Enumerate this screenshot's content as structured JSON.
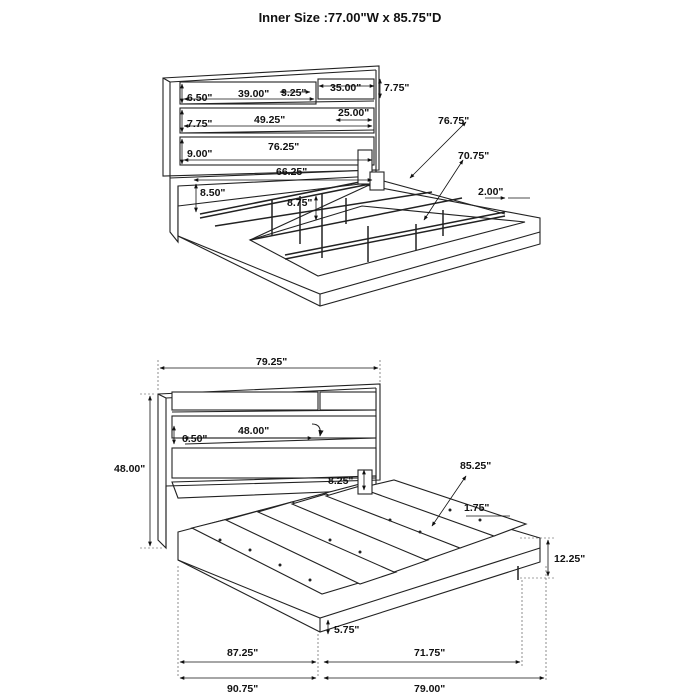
{
  "header": {
    "title": "Inner Size :77.00\"W x 85.75\"D"
  },
  "top_view": {
    "labels": {
      "shelf_width_35": "35.00\"",
      "height_7_75_right": "7.75\"",
      "height_6_50": "6.50\"",
      "width_39": "39.00\"",
      "depth_3_25": "3.25\"",
      "height_7_75_left": "7.75\"",
      "width_49_25": "49.25\"",
      "width_25": "25.00\"",
      "height_9": "9.00\"",
      "width_76_25": "76.25\"",
      "width_66_25": "66.25\"",
      "height_8_50": "8.50\"",
      "height_8_75": "8.75\"",
      "length_76_75": "76.75\"",
      "length_70_75": "70.75\"",
      "height_2": "2.00\""
    }
  },
  "bottom_view": {
    "labels": {
      "overall_width": "79.25\"",
      "overall_height": "48.00\"",
      "height_6_50": "6.50\"",
      "width_48": "48.00\"",
      "height_8_25": "8.25\"",
      "length_85_25": "85.25\"",
      "slat_1_75": "1.75\"",
      "height_12_25": "12.25\"",
      "clearance_5_75": "5.75\"",
      "length_87_25": "87.25\"",
      "length_71_75": "71.75\"",
      "length_90_75": "90.75\"",
      "length_79": "79.00\""
    }
  },
  "icons": [
    "arrow-icon",
    "curved-arrow-icon"
  ]
}
